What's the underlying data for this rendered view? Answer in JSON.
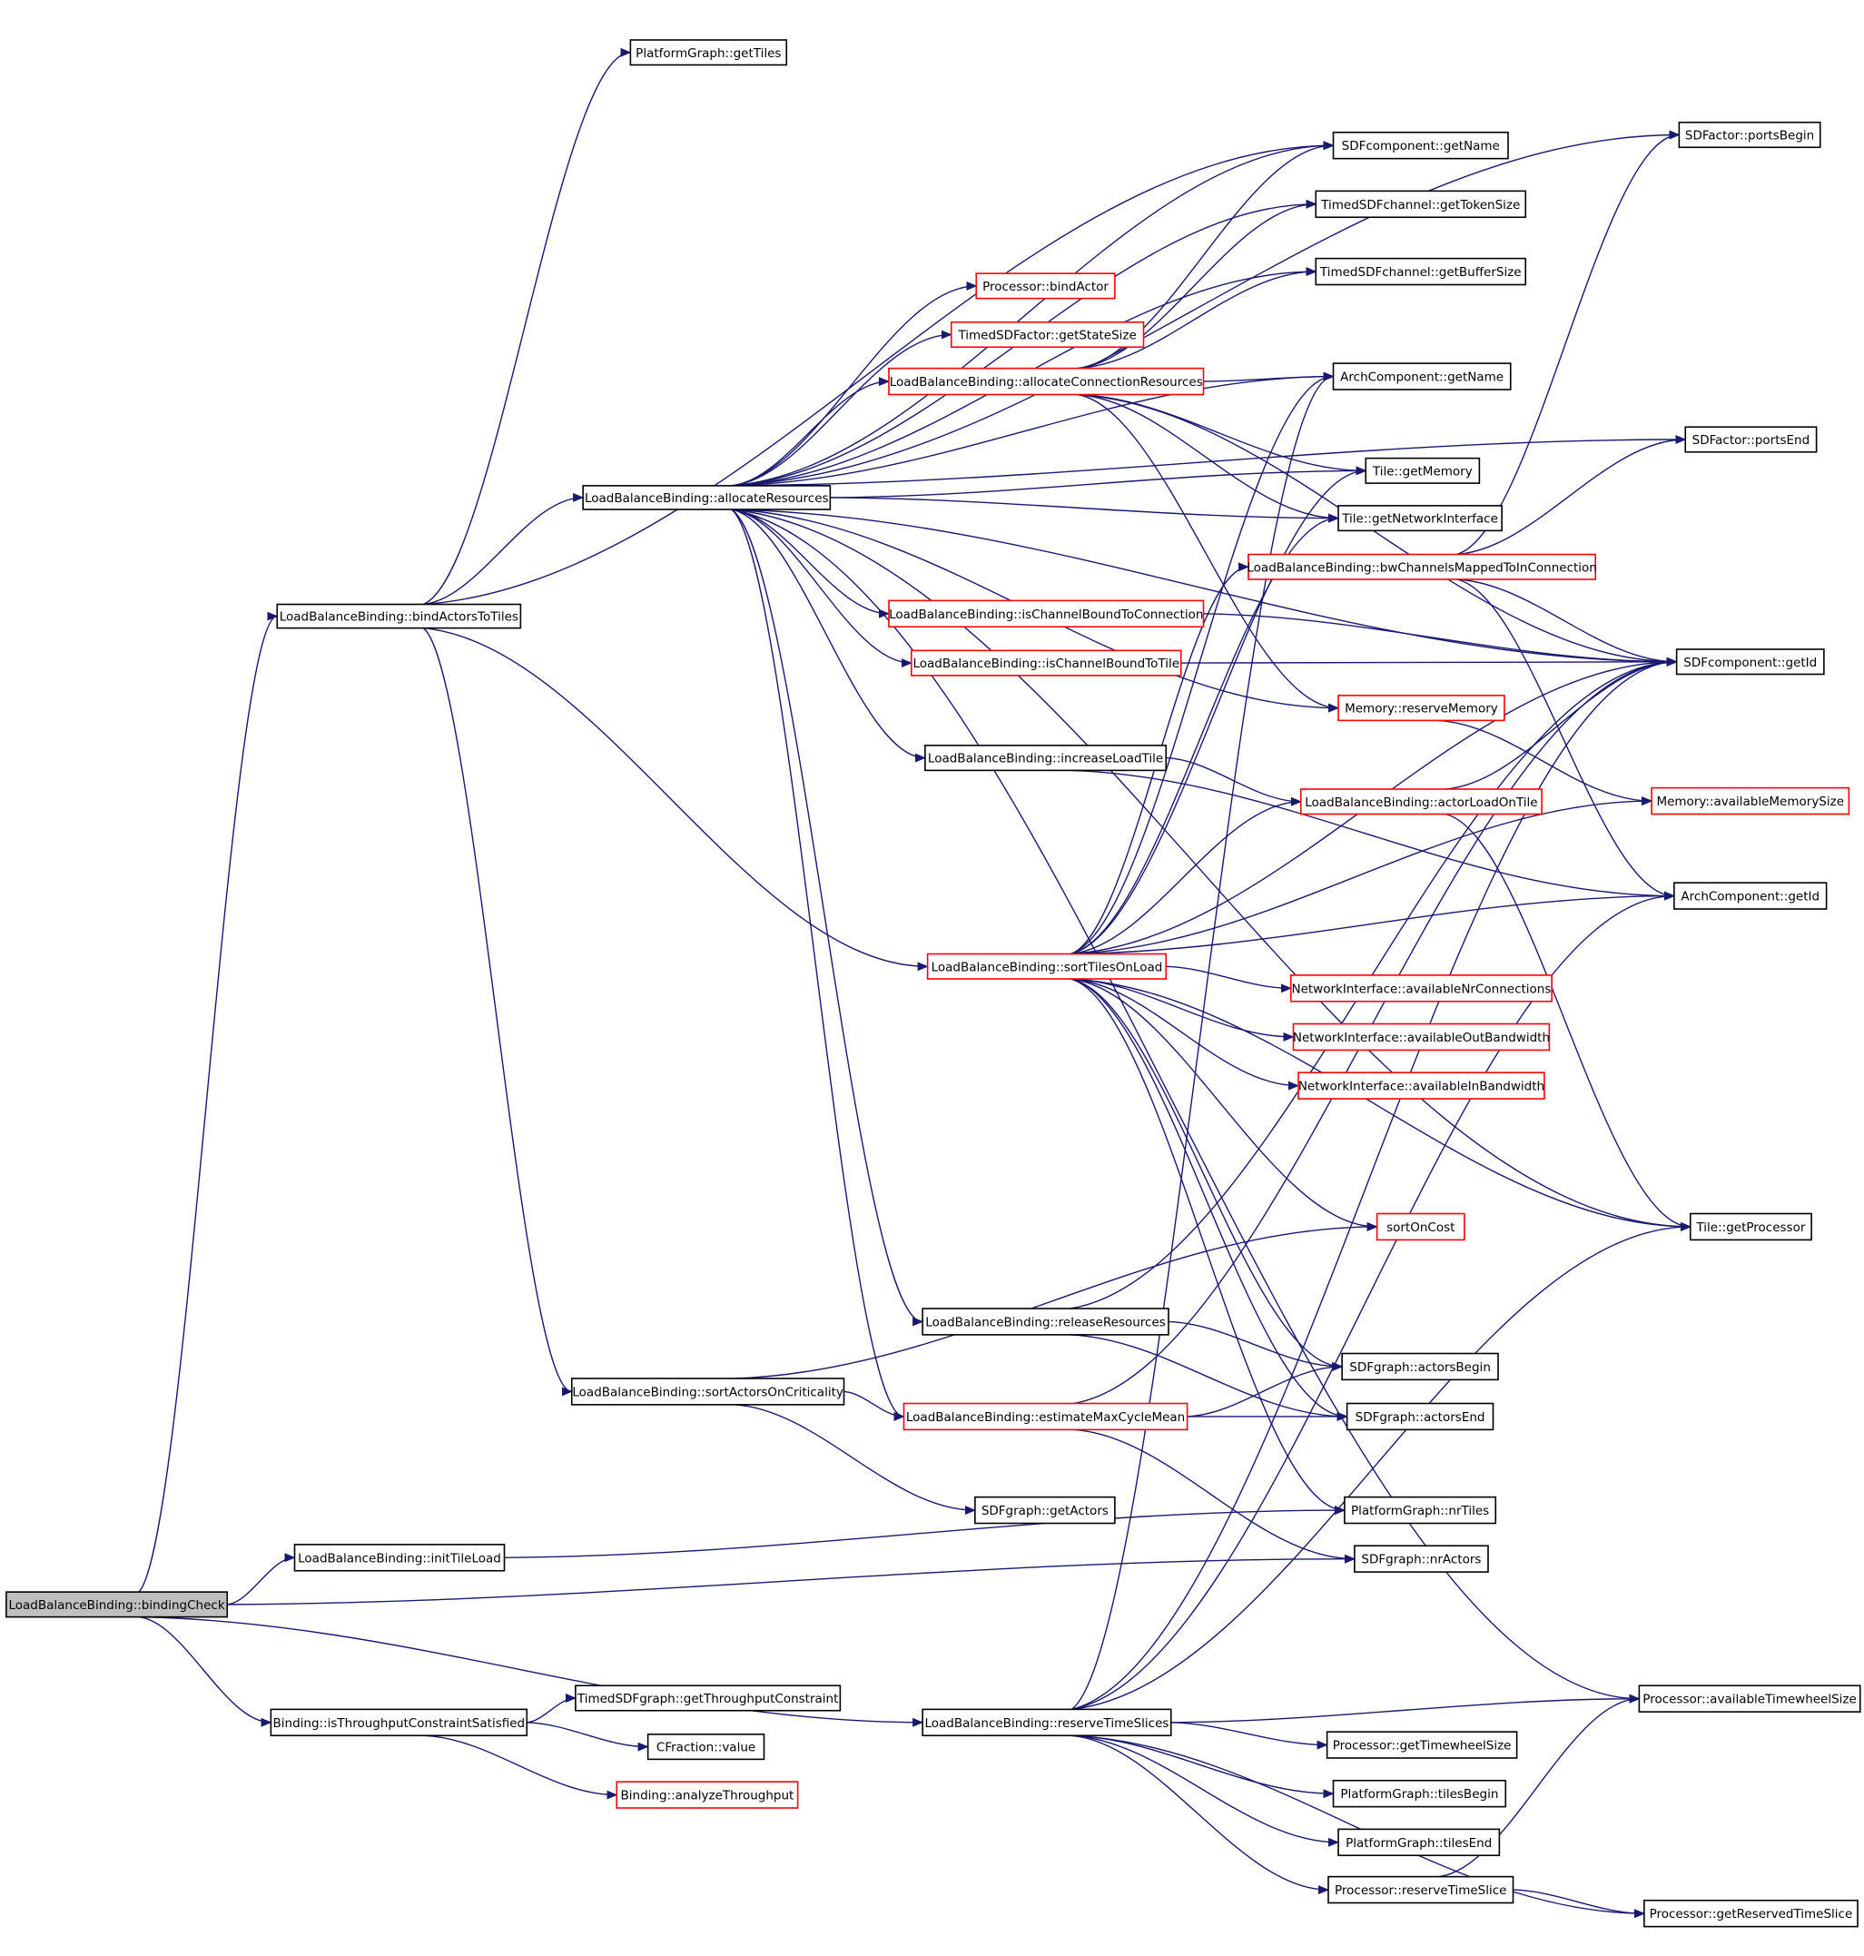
{
  "title": "LoadBalanceBinding::bindingCheck call graph",
  "colors": {
    "edge": "#191970",
    "node_border": "#000000",
    "node_border_truncated": "#ff0000",
    "root_fill": "#bfbfbf",
    "node_fill": "#ffffff"
  },
  "root": "bindingCheck",
  "nodes": [
    {
      "id": "bindingCheck",
      "label": "LoadBalanceBinding::bindingCheck",
      "kind": "root"
    },
    {
      "id": "bindActorsToTiles",
      "label": "LoadBalanceBinding::bindActorsToTiles",
      "kind": "normal"
    },
    {
      "id": "allocateResources",
      "label": "LoadBalanceBinding::allocateResources",
      "kind": "normal"
    },
    {
      "id": "getTiles",
      "label": "PlatformGraph::getTiles",
      "kind": "normal"
    },
    {
      "id": "portsBegin",
      "label": "SDFactor::portsBegin",
      "kind": "normal"
    },
    {
      "id": "sdfGetName",
      "label": "SDFcomponent::getName",
      "kind": "normal"
    },
    {
      "id": "getTokenSize",
      "label": "TimedSDFchannel::getTokenSize",
      "kind": "normal"
    },
    {
      "id": "getBufferSize",
      "label": "TimedSDFchannel::getBufferSize",
      "kind": "normal"
    },
    {
      "id": "bindActor",
      "label": "Processor::bindActor",
      "kind": "truncated"
    },
    {
      "id": "getStateSize",
      "label": "TimedSDFactor::getStateSize",
      "kind": "truncated"
    },
    {
      "id": "allocateConnectionResources",
      "label": "LoadBalanceBinding::allocateConnectionResources",
      "kind": "truncated"
    },
    {
      "id": "archGetName",
      "label": "ArchComponent::getName",
      "kind": "normal"
    },
    {
      "id": "portsEnd",
      "label": "SDFactor::portsEnd",
      "kind": "normal"
    },
    {
      "id": "getMemory",
      "label": "Tile::getMemory",
      "kind": "normal"
    },
    {
      "id": "getNetworkInterface",
      "label": "Tile::getNetworkInterface",
      "kind": "normal"
    },
    {
      "id": "bwChannels",
      "label": "LoadBalanceBinding::bwChannelsMappedToInConnection",
      "kind": "truncated"
    },
    {
      "id": "isChannelBoundToConnection",
      "label": "LoadBalanceBinding::isChannelBoundToConnection",
      "kind": "truncated"
    },
    {
      "id": "isChannelBoundToTile",
      "label": "LoadBalanceBinding::isChannelBoundToTile",
      "kind": "truncated"
    },
    {
      "id": "sdfGetId",
      "label": "SDFcomponent::getId",
      "kind": "normal"
    },
    {
      "id": "reserveMemory",
      "label": "Memory::reserveMemory",
      "kind": "truncated"
    },
    {
      "id": "increaseLoadTile",
      "label": "LoadBalanceBinding::increaseLoadTile",
      "kind": "normal"
    },
    {
      "id": "actorLoadOnTile",
      "label": "LoadBalanceBinding::actorLoadOnTile",
      "kind": "truncated"
    },
    {
      "id": "availableMemorySize",
      "label": "Memory::availableMemorySize",
      "kind": "truncated"
    },
    {
      "id": "archGetId",
      "label": "ArchComponent::getId",
      "kind": "normal"
    },
    {
      "id": "sortTilesOnLoad",
      "label": "LoadBalanceBinding::sortTilesOnLoad",
      "kind": "truncated"
    },
    {
      "id": "availableNrConnections",
      "label": "NetworkInterface::availableNrConnections",
      "kind": "truncated"
    },
    {
      "id": "availableOutBandwidth",
      "label": "NetworkInterface::availableOutBandwidth",
      "kind": "truncated"
    },
    {
      "id": "availableInBandwidth",
      "label": "NetworkInterface::availableInBandwidth",
      "kind": "truncated"
    },
    {
      "id": "sortOnCost",
      "label": "sortOnCost",
      "kind": "truncated"
    },
    {
      "id": "getProcessor",
      "label": "Tile::getProcessor",
      "kind": "normal"
    },
    {
      "id": "releaseResources",
      "label": "LoadBalanceBinding::releaseResources",
      "kind": "normal"
    },
    {
      "id": "actorsBegin",
      "label": "SDFgraph::actorsBegin",
      "kind": "normal"
    },
    {
      "id": "sortActorsOnCriticality",
      "label": "LoadBalanceBinding::sortActorsOnCriticality",
      "kind": "normal"
    },
    {
      "id": "estimateMaxCycleMean",
      "label": "LoadBalanceBinding::estimateMaxCycleMean",
      "kind": "truncated"
    },
    {
      "id": "actorsEnd",
      "label": "SDFgraph::actorsEnd",
      "kind": "normal"
    },
    {
      "id": "getActors",
      "label": "SDFgraph::getActors",
      "kind": "normal"
    },
    {
      "id": "nrTiles",
      "label": "PlatformGraph::nrTiles",
      "kind": "normal"
    },
    {
      "id": "initTileLoad",
      "label": "LoadBalanceBinding::initTileLoad",
      "kind": "normal"
    },
    {
      "id": "nrActors",
      "label": "SDFgraph::nrActors",
      "kind": "normal"
    },
    {
      "id": "getThroughputConstraint",
      "label": "TimedSDFgraph::getThroughputConstraint",
      "kind": "normal"
    },
    {
      "id": "isThroughputConstraintSatisfied",
      "label": "Binding::isThroughputConstraintSatisfied",
      "kind": "normal"
    },
    {
      "id": "cfractionValue",
      "label": "CFraction::value",
      "kind": "normal"
    },
    {
      "id": "analyzeThroughput",
      "label": "Binding::analyzeThroughput",
      "kind": "truncated"
    },
    {
      "id": "reserveTimeSlices",
      "label": "LoadBalanceBinding::reserveTimeSlices",
      "kind": "normal"
    },
    {
      "id": "availableTimewheelSize",
      "label": "Processor::availableTimewheelSize",
      "kind": "normal"
    },
    {
      "id": "getTimewheelSize",
      "label": "Processor::getTimewheelSize",
      "kind": "normal"
    },
    {
      "id": "tilesBegin",
      "label": "PlatformGraph::tilesBegin",
      "kind": "normal"
    },
    {
      "id": "tilesEnd",
      "label": "PlatformGraph::tilesEnd",
      "kind": "normal"
    },
    {
      "id": "reserveTimeSlice",
      "label": "Processor::reserveTimeSlice",
      "kind": "normal"
    },
    {
      "id": "getReservedTimeSlice",
      "label": "Processor::getReservedTimeSlice",
      "kind": "normal"
    }
  ],
  "edges": [
    [
      "bindingCheck",
      "bindActorsToTiles"
    ],
    [
      "bindingCheck",
      "initTileLoad"
    ],
    [
      "bindingCheck",
      "nrActors"
    ],
    [
      "bindingCheck",
      "isThroughputConstraintSatisfied"
    ],
    [
      "bindingCheck",
      "reserveTimeSlices"
    ],
    [
      "bindActorsToTiles",
      "getTiles"
    ],
    [
      "bindActorsToTiles",
      "sdfGetName"
    ],
    [
      "bindActorsToTiles",
      "allocateResources"
    ],
    [
      "bindActorsToTiles",
      "sortTilesOnLoad"
    ],
    [
      "bindActorsToTiles",
      "sortActorsOnCriticality"
    ],
    [
      "allocateResources",
      "portsBegin"
    ],
    [
      "allocateResources",
      "sdfGetName"
    ],
    [
      "allocateResources",
      "getTokenSize"
    ],
    [
      "allocateResources",
      "getBufferSize"
    ],
    [
      "allocateResources",
      "bindActor"
    ],
    [
      "allocateResources",
      "getStateSize"
    ],
    [
      "allocateResources",
      "allocateConnectionResources"
    ],
    [
      "allocateResources",
      "archGetName"
    ],
    [
      "allocateResources",
      "portsEnd"
    ],
    [
      "allocateResources",
      "getMemory"
    ],
    [
      "allocateResources",
      "getNetworkInterface"
    ],
    [
      "allocateResources",
      "sdfGetId"
    ],
    [
      "allocateResources",
      "isChannelBoundToConnection"
    ],
    [
      "allocateResources",
      "isChannelBoundToTile"
    ],
    [
      "allocateResources",
      "reserveMemory"
    ],
    [
      "allocateResources",
      "increaseLoadTile"
    ],
    [
      "allocateResources",
      "getProcessor"
    ],
    [
      "allocateResources",
      "releaseResources"
    ],
    [
      "allocateResources",
      "availableTimewheelSize"
    ],
    [
      "allocateResources",
      "estimateMaxCycleMean"
    ],
    [
      "allocateConnectionResources",
      "sdfGetName"
    ],
    [
      "allocateConnectionResources",
      "getTokenSize"
    ],
    [
      "allocateConnectionResources",
      "getBufferSize"
    ],
    [
      "allocateConnectionResources",
      "archGetName"
    ],
    [
      "allocateConnectionResources",
      "getMemory"
    ],
    [
      "allocateConnectionResources",
      "getNetworkInterface"
    ],
    [
      "allocateConnectionResources",
      "sdfGetId"
    ],
    [
      "allocateConnectionResources",
      "reserveMemory"
    ],
    [
      "bwChannels",
      "portsBegin"
    ],
    [
      "bwChannels",
      "portsEnd"
    ],
    [
      "bwChannels",
      "sdfGetId"
    ],
    [
      "bwChannels",
      "archGetId"
    ],
    [
      "isChannelBoundToConnection",
      "sdfGetId"
    ],
    [
      "isChannelBoundToTile",
      "sdfGetId"
    ],
    [
      "reserveMemory",
      "availableMemorySize"
    ],
    [
      "increaseLoadTile",
      "actorLoadOnTile"
    ],
    [
      "increaseLoadTile",
      "archGetId"
    ],
    [
      "actorLoadOnTile",
      "sdfGetId"
    ],
    [
      "actorLoadOnTile",
      "getProcessor"
    ],
    [
      "sortTilesOnLoad",
      "archGetName"
    ],
    [
      "sortTilesOnLoad",
      "getMemory"
    ],
    [
      "sortTilesOnLoad",
      "getNetworkInterface"
    ],
    [
      "sortTilesOnLoad",
      "bwChannels"
    ],
    [
      "sortTilesOnLoad",
      "actorLoadOnTile"
    ],
    [
      "sortTilesOnLoad",
      "sdfGetId"
    ],
    [
      "sortTilesOnLoad",
      "availableMemorySize"
    ],
    [
      "sortTilesOnLoad",
      "archGetId"
    ],
    [
      "sortTilesOnLoad",
      "availableNrConnections"
    ],
    [
      "sortTilesOnLoad",
      "availableOutBandwidth"
    ],
    [
      "sortTilesOnLoad",
      "availableInBandwidth"
    ],
    [
      "sortTilesOnLoad",
      "sortOnCost"
    ],
    [
      "sortTilesOnLoad",
      "getProcessor"
    ],
    [
      "sortTilesOnLoad",
      "actorsBegin"
    ],
    [
      "sortTilesOnLoad",
      "actorsEnd"
    ],
    [
      "sortTilesOnLoad",
      "nrTiles"
    ],
    [
      "releaseResources",
      "sdfGetId"
    ],
    [
      "releaseResources",
      "actorsBegin"
    ],
    [
      "releaseResources",
      "actorsEnd"
    ],
    [
      "sortActorsOnCriticality",
      "sortOnCost"
    ],
    [
      "sortActorsOnCriticality",
      "estimateMaxCycleMean"
    ],
    [
      "sortActorsOnCriticality",
      "getActors"
    ],
    [
      "estimateMaxCycleMean",
      "actorsBegin"
    ],
    [
      "estimateMaxCycleMean",
      "actorsEnd"
    ],
    [
      "estimateMaxCycleMean",
      "sdfGetId"
    ],
    [
      "estimateMaxCycleMean",
      "nrActors"
    ],
    [
      "initTileLoad",
      "nrTiles"
    ],
    [
      "isThroughputConstraintSatisfied",
      "getThroughputConstraint"
    ],
    [
      "isThroughputConstraintSatisfied",
      "cfractionValue"
    ],
    [
      "isThroughputConstraintSatisfied",
      "analyzeThroughput"
    ],
    [
      "reserveTimeSlices",
      "archGetName"
    ],
    [
      "reserveTimeSlices",
      "sdfGetId"
    ],
    [
      "reserveTimeSlices",
      "archGetId"
    ],
    [
      "reserveTimeSlices",
      "getProcessor"
    ],
    [
      "reserveTimeSlices",
      "availableTimewheelSize"
    ],
    [
      "reserveTimeSlices",
      "getTimewheelSize"
    ],
    [
      "reserveTimeSlices",
      "tilesBegin"
    ],
    [
      "reserveTimeSlices",
      "tilesEnd"
    ],
    [
      "reserveTimeSlices",
      "reserveTimeSlice"
    ],
    [
      "reserveTimeSlices",
      "getReservedTimeSlice"
    ],
    [
      "reserveTimeSlice",
      "availableTimewheelSize"
    ],
    [
      "reserveTimeSlice",
      "getReservedTimeSlice"
    ]
  ]
}
